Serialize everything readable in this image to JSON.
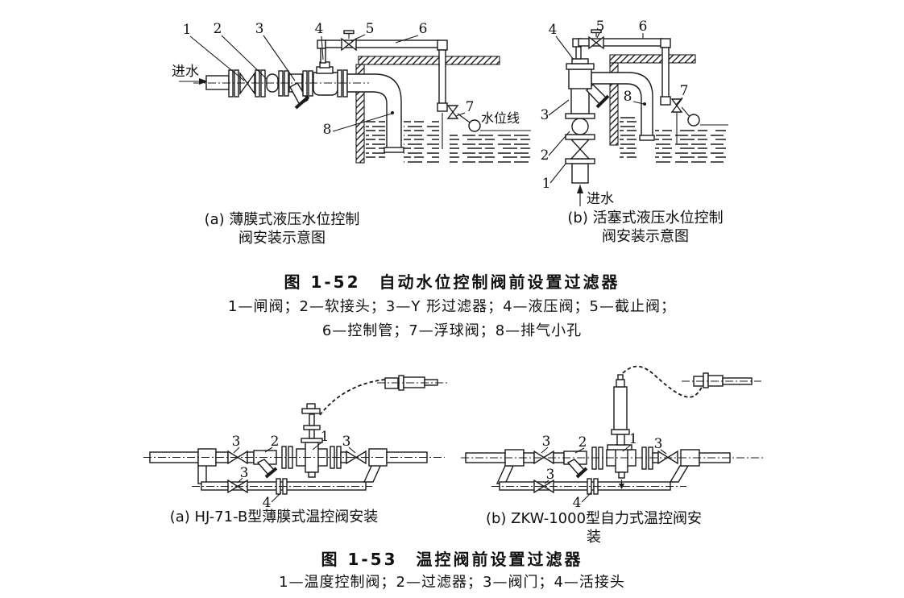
{
  "figure_1_52": {
    "diagram_a": {
      "inlet_label": "进水",
      "water_line_label": "水位线",
      "callouts": [
        "1",
        "2",
        "3",
        "4",
        "5",
        "6",
        "7",
        "8"
      ],
      "caption_line1": "(a) 薄膜式液压水位控制",
      "caption_line2": "阀安装示意图"
    },
    "diagram_b": {
      "inlet_label": "进水",
      "callouts": [
        "1",
        "2",
        "3",
        "4",
        "5",
        "6",
        "7",
        "8"
      ],
      "caption_line1": "(b) 活塞式液压水位控制",
      "caption_line2": "阀安装示意图"
    },
    "title": "图 1-52　自动水位控制阀前设置过滤器",
    "legend_line1": "1—闸阀；2—软接头；3—Y 形过滤器；4—液压阀；5—截止阀；",
    "legend_line2": "6—控制管；7—浮球阀；8—排气小孔"
  },
  "figure_1_53": {
    "diagram_a": {
      "callouts": [
        "3",
        "2",
        "1",
        "3",
        "3",
        "4"
      ],
      "caption": "(a) HJ-71-B型薄膜式温控阀安装"
    },
    "diagram_b": {
      "callouts": [
        "3",
        "2",
        "1",
        "3",
        "3",
        "4"
      ],
      "caption": "(b) ZKW-1000型自力式温控阀安装"
    },
    "title": "图 1-53　温控阀前设置过滤器",
    "legend": "1—温度控制阀；2—过滤器；3—阀门；4—活接头"
  },
  "colors": {
    "ink": "#1a1a1a",
    "paper": "#ffffff"
  }
}
